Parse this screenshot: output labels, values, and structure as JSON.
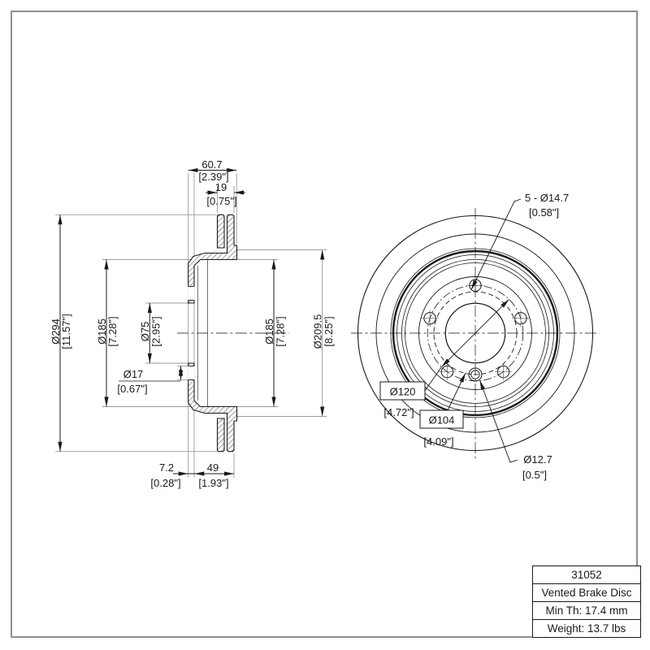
{
  "section": {
    "width_mm": "60.7",
    "width_in": "[2.39\"]",
    "rotor_mm": "19",
    "rotor_in": "[0.75\"]",
    "od_mm": "Ø294",
    "od_in": "[11.57\"]",
    "drum_left_mm": "Ø185",
    "drum_left_in": "[7.28\"]",
    "bore_mm": "Ø75",
    "bore_in": "[2.95\"]",
    "hole_mm": "Ø17",
    "hole_in": "[0.67\"]",
    "drum_right_mm": "Ø185",
    "drum_right_in": "[7.28\"]",
    "braking_mm": "Ø209.5",
    "braking_in": "[8.25\"]",
    "flange_mm": "7.2",
    "flange_in": "[0.28\"]",
    "depth_mm": "49",
    "depth_in": "[1.93\"]"
  },
  "front": {
    "bolt_mm": "5 - Ø14.7",
    "bolt_in": "[0.58\"]",
    "bc_mm": "Ø120",
    "bc_in": "[4.72\"]",
    "pilot_mm": "Ø104",
    "pilot_in": "[4.09\"]",
    "screw_mm": "Ø12.7",
    "screw_in": "[0.5\"]"
  },
  "table": {
    "part_number": "31052",
    "product": "Vented Brake Disc",
    "min_thickness": "Min Th: 17.4 mm",
    "weight": "Weight: 13.7 lbs"
  },
  "colors": {
    "line": "#1a1a1a",
    "extension": "#9b9b9b",
    "background": "#ffffff"
  }
}
